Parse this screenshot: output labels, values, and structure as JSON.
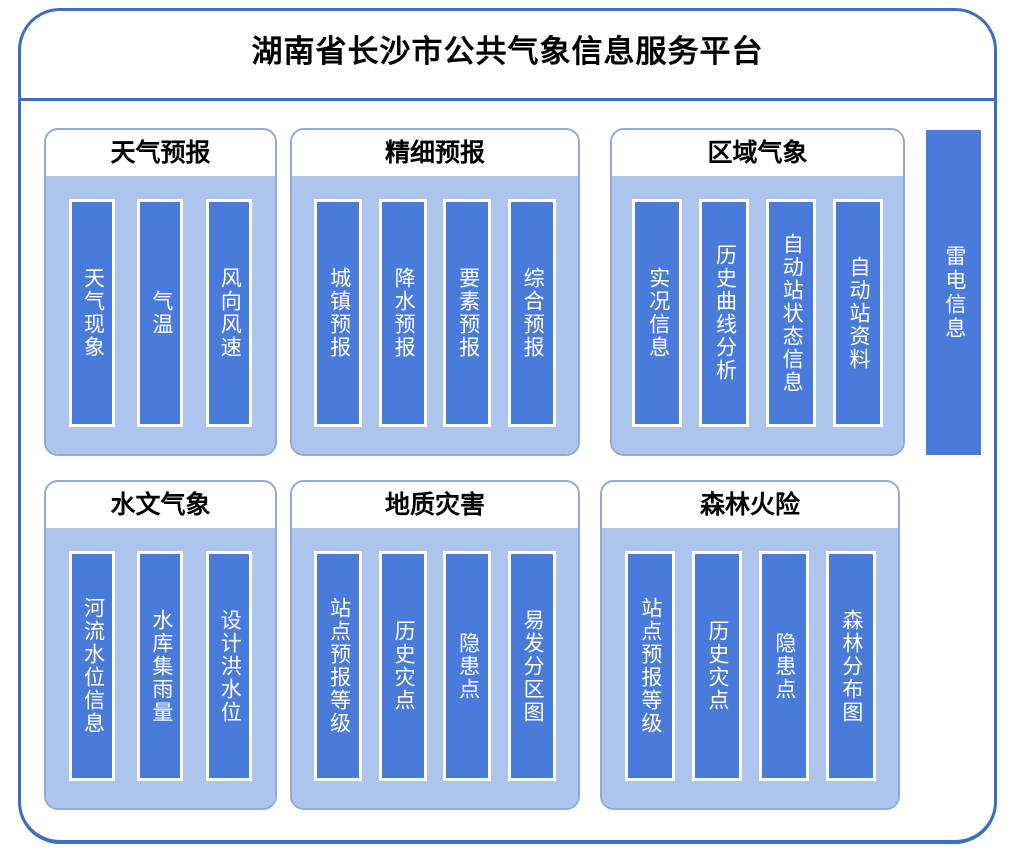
{
  "header": {
    "title": "湖南省长沙市公共气象信息服务平台"
  },
  "colors": {
    "frame_border": "#3c6fc4",
    "panel_border": "#8faada",
    "panel_body": "#adc5ec",
    "item_bar": "#4a7bdb",
    "item_text": "#ffffff",
    "title_text": "#000000",
    "page_background": "#ffffff"
  },
  "panels": [
    {
      "title": "天气预报",
      "items": [
        {
          "label": "天气现象"
        },
        {
          "label": "气温"
        },
        {
          "label": "风向风速"
        }
      ]
    },
    {
      "title": "精细预报",
      "items": [
        {
          "label": "城镇预报"
        },
        {
          "label": "降水预报"
        },
        {
          "label": "要素预报"
        },
        {
          "label": "综合预报"
        }
      ]
    },
    {
      "title": "区域气象",
      "items": [
        {
          "label": "实况信息"
        },
        {
          "label": "历史曲线分析"
        },
        {
          "label": "自动站状态信息"
        },
        {
          "label": "自动站资料"
        }
      ]
    },
    {
      "title": "水文气象",
      "items": [
        {
          "label": "河流水位信息"
        },
        {
          "label": "水库集雨量"
        },
        {
          "label": "设计洪水位"
        }
      ]
    },
    {
      "title": "地质灾害",
      "items": [
        {
          "label": "站点预报等级"
        },
        {
          "label": "历史灾点"
        },
        {
          "label": "隐患点"
        },
        {
          "label": "易发分区图"
        }
      ]
    },
    {
      "title": "森林火险",
      "items": [
        {
          "label": "站点预报等级"
        },
        {
          "label": "历史灾点"
        },
        {
          "label": "隐患点"
        },
        {
          "label": "森林分布图"
        }
      ]
    }
  ],
  "standalone": {
    "lightning": {
      "label": "雷电信息"
    }
  }
}
